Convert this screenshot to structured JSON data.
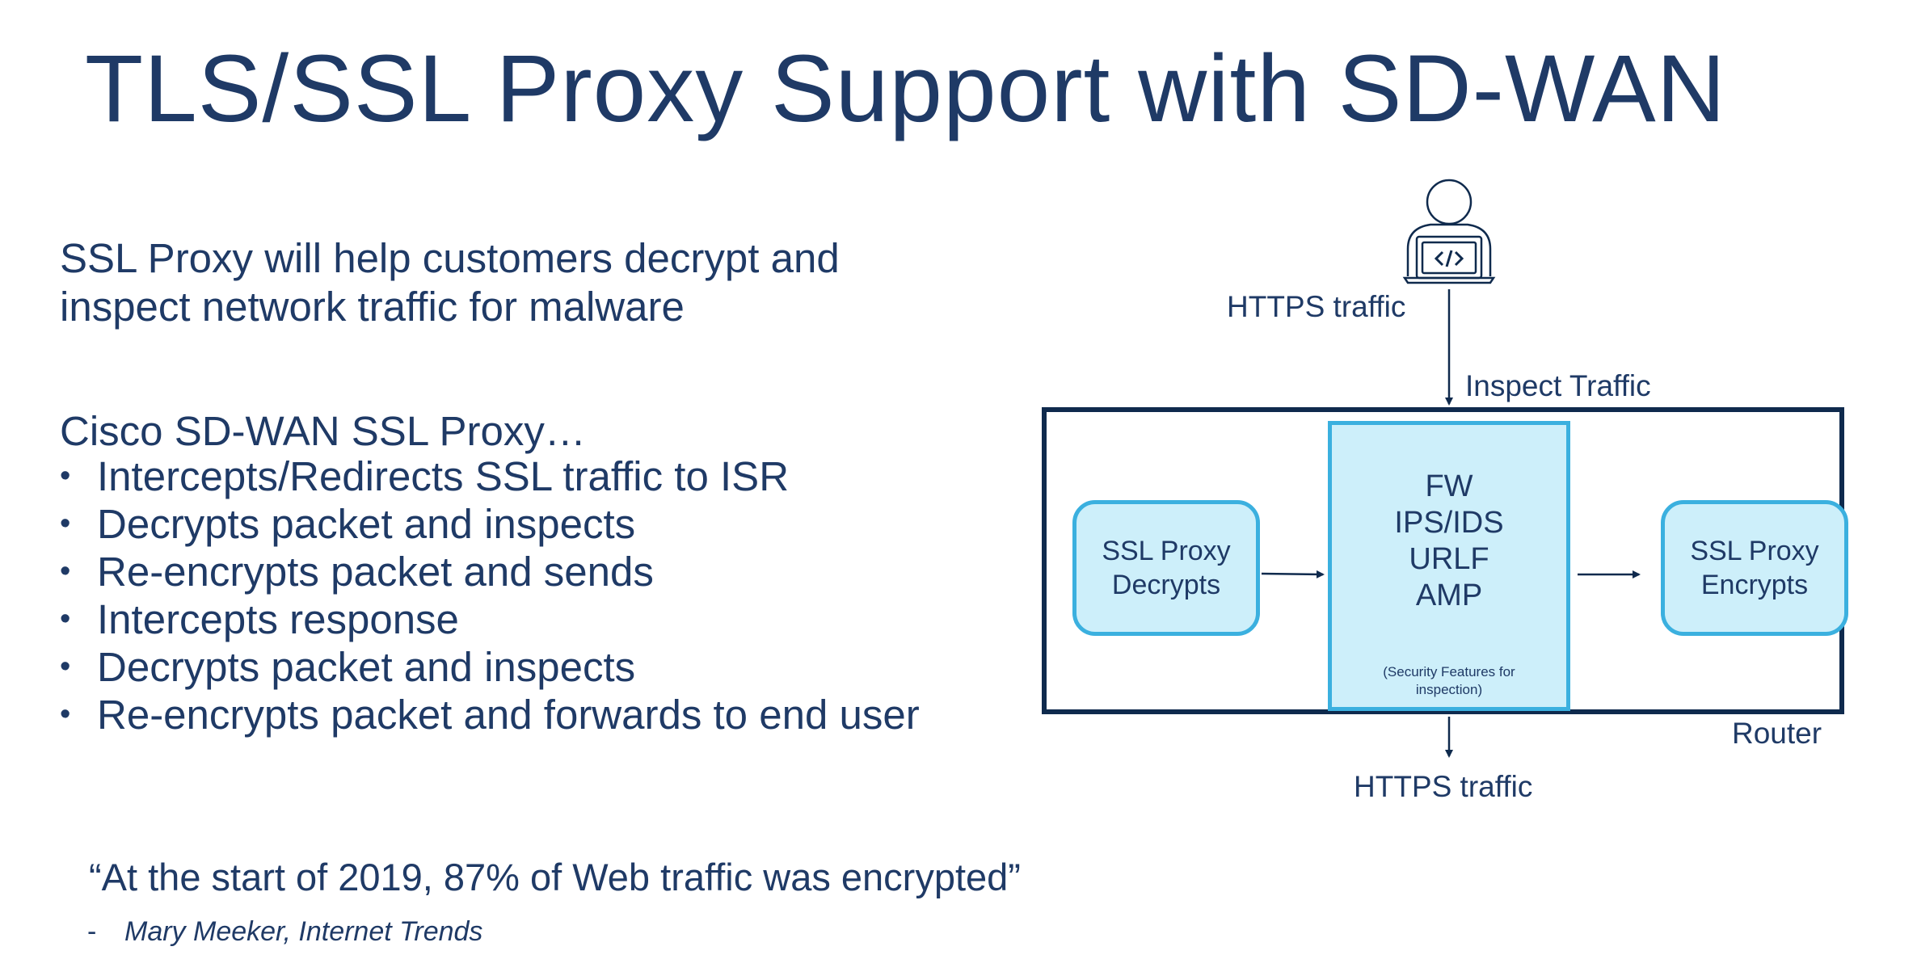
{
  "slide": {
    "title": "TLS/SSL Proxy Support with SD-WAN",
    "intro": {
      "line1": "SSL Proxy will help customers decrypt and",
      "line2": "inspect network traffic for malware"
    },
    "lead": "Cisco SD-WAN SSL Proxy…",
    "bullets": [
      "Intercepts/Redirects SSL traffic to ISR",
      "Decrypts packet and inspects",
      "Re-encrypts packet and sends",
      "Intercepts response",
      "Decrypts packet and inspects",
      "Re-encrypts packet and forwards to end user"
    ],
    "quote": "“At the start of 2019, 87% of Web traffic was encrypted”",
    "attribution": {
      "dash": "-",
      "source": "Mary Meeker, Internet Trends"
    }
  },
  "diagram": {
    "top_label": "HTTPS traffic",
    "inspect_label": "Inspect Traffic",
    "decrypt_box": {
      "line1": "SSL Proxy",
      "line2": "Decrypts"
    },
    "security_box": {
      "features": [
        "FW",
        "IPS/IDS",
        "URLF",
        "AMP"
      ],
      "note_line1": "(Security Features for",
      "note_line2": "inspection)"
    },
    "encrypt_box": {
      "line1": "SSL Proxy",
      "line2": "Encrypts"
    },
    "router_label": "Router",
    "bottom_label": "HTTPS traffic",
    "user_icon": "developer-laptop-icon",
    "colors": {
      "text": "#1f3a66",
      "box_fill": "#cdeffa",
      "box_border": "#3bb0df",
      "router_border": "#0f2a4d"
    }
  }
}
